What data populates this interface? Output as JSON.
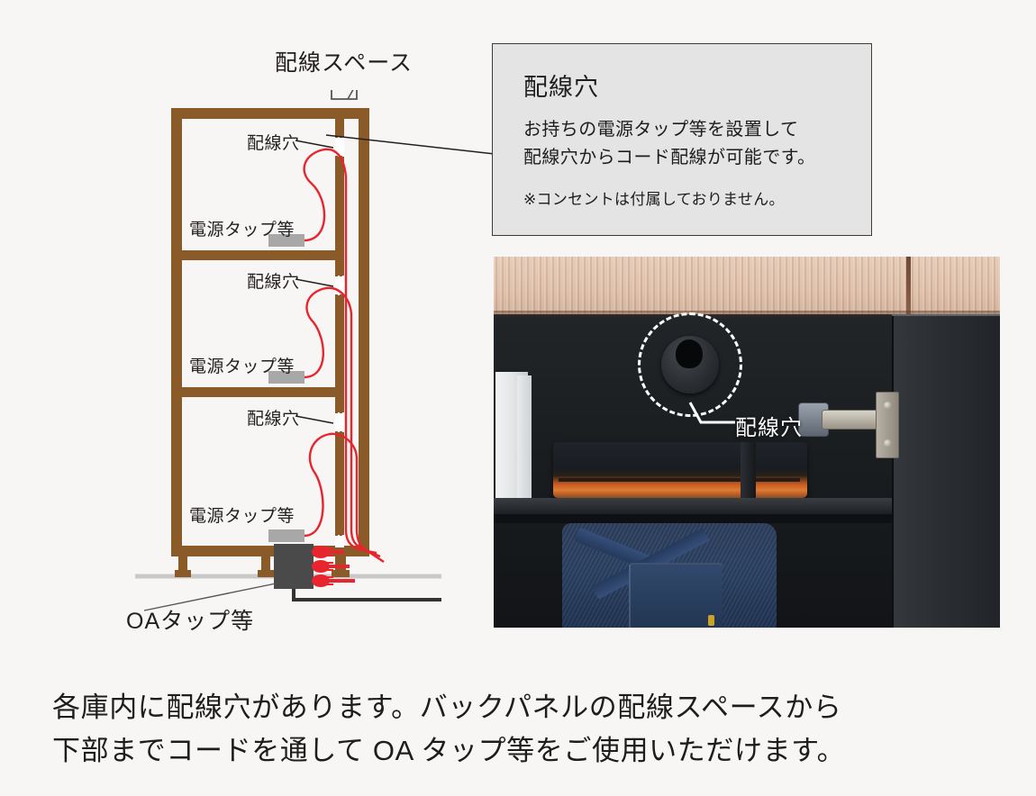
{
  "diagram": {
    "labels": {
      "wiring_space": "配線スペース",
      "cable_hole_1": "配線穴",
      "cable_hole_2": "配線穴",
      "cable_hole_3": "配線穴",
      "power_tap_1": "電源タップ等",
      "power_tap_2": "電源タップ等",
      "power_tap_3": "電源タップ等",
      "oa_tap": "OAタップ等"
    },
    "colors": {
      "cabinet_frame": "#8a5a28",
      "cord": "#e8252e",
      "power_tap_block": "#a8a8a8",
      "oa_tap_box": "#4a4a4a",
      "floor_line": "#c9c9c9",
      "background": "#f7f6f4"
    },
    "compartment_count": 3,
    "plug_count": 3
  },
  "callout": {
    "title": "配線穴",
    "body": "お持ちの電源タップ等を設置して\n配線穴からコード配線が可能です。",
    "body_line1": "お持ちの電源タップ等を設置して",
    "body_line2": "配線穴からコード配線が可能です。",
    "note": "※コンセントは付属しておりません。",
    "background": "#e4e4e4",
    "border": "#3b3b3b"
  },
  "photo": {
    "label": "配線穴",
    "alt_description": "キャビネット内部の配線穴、ノートPCケース、デニム",
    "colors": {
      "wood_top": "#ddbda6",
      "interior": "#1b1e21",
      "door": "#2b2f33",
      "sleeve_accent": "#e07a33",
      "jeans": "#2a4062"
    }
  },
  "caption": {
    "line1": "各庫内に配線穴があります。バックパネルの配線スペースから",
    "line2": "下部までコードを通して OA タップ等をご使用いただけます。"
  }
}
